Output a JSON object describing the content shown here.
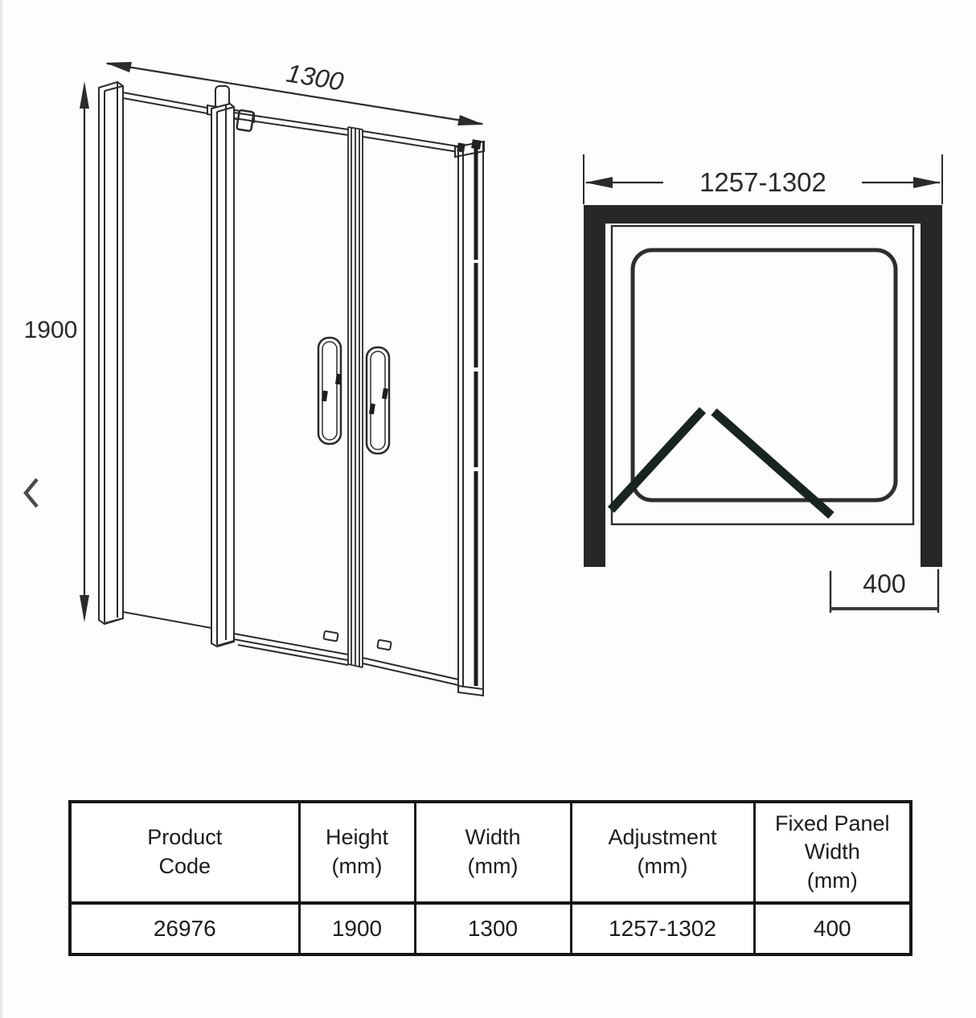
{
  "carousel": {
    "prev_icon": "chevron-left"
  },
  "elevation": {
    "description": "front perspective drawing of double-door shower enclosure",
    "width_label": "1300",
    "height_label": "1900"
  },
  "plan": {
    "description": "top-down plan view of enclosure with doors shown open",
    "adjustment_label": "1257-1302",
    "fixed_panel_label": "400"
  },
  "colors": {
    "line": "#2b2b2b",
    "wall_fill": "#272727",
    "door_swing": "#18251e",
    "chevron": "#4a4a4a",
    "table_border": "#161616"
  },
  "table": {
    "headers": [
      "Product\nCode",
      "Height\n(mm)",
      "Width\n(mm)",
      "Adjustment\n(mm)",
      "Fixed Panel\nWidth\n(mm)"
    ],
    "rows": [
      [
        "26976",
        "1900",
        "1300",
        "1257-1302",
        "400"
      ]
    ]
  }
}
